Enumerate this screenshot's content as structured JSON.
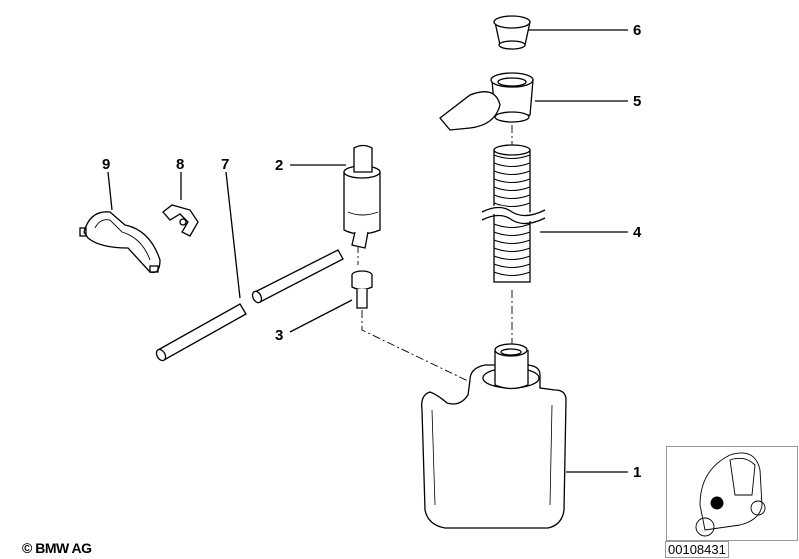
{
  "diagram": {
    "callouts": [
      {
        "id": "1",
        "part": "reservoir"
      },
      {
        "id": "2",
        "part": "pump"
      },
      {
        "id": "3",
        "part": "grommet-fitting"
      },
      {
        "id": "4",
        "part": "filler-hose"
      },
      {
        "id": "5",
        "part": "filler-neck"
      },
      {
        "id": "6",
        "part": "cap-seal"
      },
      {
        "id": "7",
        "part": "hose"
      },
      {
        "id": "8",
        "part": "clip"
      },
      {
        "id": "9",
        "part": "clamp"
      }
    ],
    "copyright": "© BMW AG",
    "document_number": "00108431"
  },
  "colors": {
    "line": "#000000",
    "frame": "#999999",
    "marker": "#000000"
  }
}
